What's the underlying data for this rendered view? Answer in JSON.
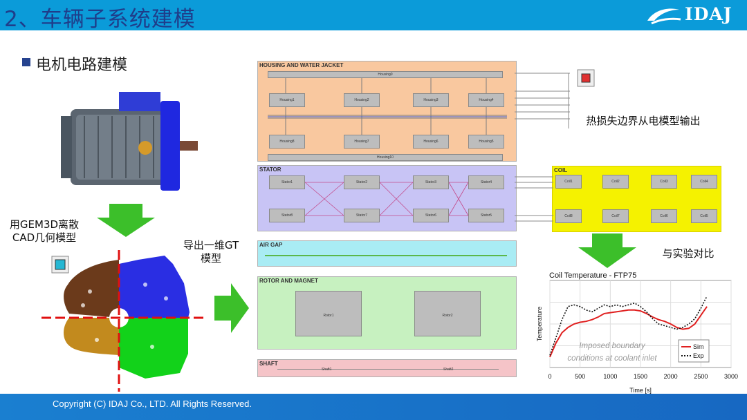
{
  "header": {
    "title": "2、车辆子系统建模",
    "logo_text": "IDAJ"
  },
  "section": {
    "title": "电机电路建模"
  },
  "captions": {
    "gem3d": "用GEM3D离散\nCAD几何模型",
    "export": "导出一维GT\n模型",
    "heat_loss": "热损失边界从电模型输出",
    "compare": "与实验对比"
  },
  "model": {
    "housing": {
      "label": "HOUSING AND WATER JACKET",
      "top": "Housing0",
      "row1": [
        "Housing1",
        "Housing2",
        "Housing3",
        "Housing4"
      ],
      "row2": [
        "Housing8",
        "Housing7",
        "Housing6",
        "Housing5"
      ],
      "bottom": "Housing10"
    },
    "stator": {
      "label": "STATOR",
      "row1": [
        "Stator1",
        "Stator2",
        "Stator3",
        "Stator4"
      ],
      "row2": [
        "Stator8",
        "Stator7",
        "Stator6",
        "Stator5"
      ]
    },
    "coil": {
      "label": "COIL",
      "row1": [
        "Coil1",
        "Coil2",
        "Coil3",
        "Coil4"
      ],
      "row2": [
        "Coil8",
        "Coil7",
        "Coil6",
        "Coil5"
      ]
    },
    "airgap": {
      "label": "AIR GAP"
    },
    "rotor": {
      "label": "ROTOR AND MAGNET",
      "items": [
        "Rotor1",
        "Rotor2"
      ]
    },
    "shaft": {
      "label": "SHAFT",
      "items": [
        "Shaft1",
        "Shaft2"
      ]
    }
  },
  "chart_data": {
    "type": "line",
    "title": "Coil Temperature - FTP75",
    "xlabel": "Time [s]",
    "ylabel": "Temperature",
    "xlim": [
      0,
      3000
    ],
    "xticks": [
      0,
      500,
      1000,
      1500,
      2000,
      2500,
      3000
    ],
    "grid": true,
    "legend_placement": "bottom-right",
    "annotation": "Imposed boundary\nconditions at coolant inlet",
    "series": [
      {
        "name": "Sim",
        "color": "#e02020",
        "style": "solid",
        "x": [
          0,
          100,
          200,
          300,
          400,
          500,
          600,
          700,
          800,
          900,
          1000,
          1100,
          1200,
          1300,
          1400,
          1500,
          1600,
          1700,
          1800,
          1900,
          2000,
          2100,
          2200,
          2300,
          2400,
          2500,
          2600
        ],
        "y": [
          0.12,
          0.28,
          0.4,
          0.46,
          0.5,
          0.52,
          0.53,
          0.55,
          0.58,
          0.62,
          0.63,
          0.64,
          0.65,
          0.66,
          0.66,
          0.65,
          0.62,
          0.58,
          0.55,
          0.53,
          0.5,
          0.46,
          0.44,
          0.45,
          0.5,
          0.6,
          0.7
        ]
      },
      {
        "name": "Exp",
        "color": "#111111",
        "style": "dotted",
        "x": [
          0,
          100,
          200,
          300,
          400,
          500,
          600,
          700,
          800,
          900,
          1000,
          1100,
          1200,
          1300,
          1400,
          1500,
          1600,
          1700,
          1800,
          1900,
          2000,
          2100,
          2200,
          2300,
          2400,
          2500,
          2600
        ],
        "y": [
          0.14,
          0.34,
          0.55,
          0.7,
          0.72,
          0.7,
          0.66,
          0.64,
          0.68,
          0.72,
          0.7,
          0.72,
          0.7,
          0.72,
          0.74,
          0.7,
          0.64,
          0.56,
          0.5,
          0.48,
          0.46,
          0.44,
          0.46,
          0.5,
          0.56,
          0.68,
          0.82
        ]
      }
    ]
  },
  "footer": {
    "text": "Copyright (C)  IDAJ Co., LTD. All Rights Reserved."
  }
}
